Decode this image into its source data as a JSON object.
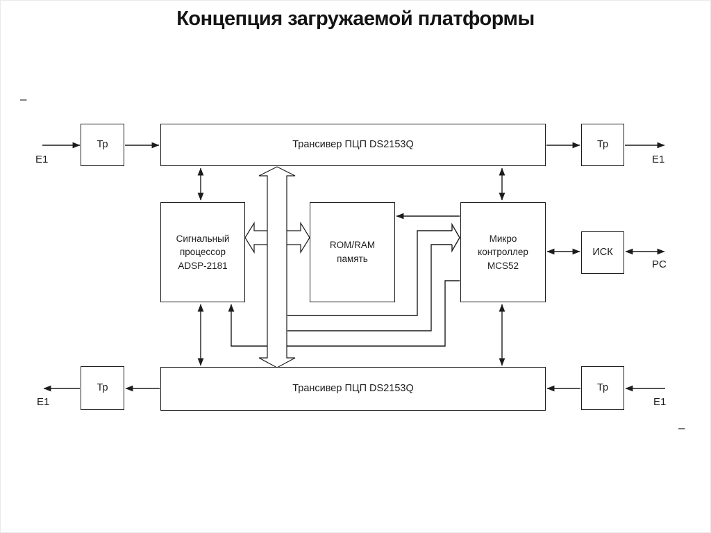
{
  "title": "Концепция загружаемой платформы",
  "colors": {
    "background": "#ffffff",
    "line": "#1c1c1c",
    "box-border": "#1c1c1c",
    "box-fill": "#ffffff",
    "text": "#1c1c1c",
    "title-color": "#141414",
    "frame": "#e9e9e9"
  },
  "blocks": {
    "tp_top_left": {
      "label": "Тр"
    },
    "transceiver_top": {
      "label": "Трансивер ПЦП DS2153Q"
    },
    "tp_top_right": {
      "label": "Тр"
    },
    "dsp": {
      "lines": [
        "Сигнальный",
        "процессор",
        "ADSP-2181"
      ]
    },
    "memory": {
      "lines": [
        "ROM/RAM",
        "память"
      ]
    },
    "mcu": {
      "lines": [
        "Микро",
        "контроллер",
        "MCS52"
      ]
    },
    "isk": {
      "label": "ИСК"
    },
    "tp_bottom_left": {
      "label": "Тр"
    },
    "transceiver_bottom": {
      "label": "Трансивер ПЦП DS2153Q"
    },
    "tp_bottom_right": {
      "label": "Тр"
    }
  },
  "port_labels": {
    "e1_top_left": "E1",
    "e1_top_right": "E1",
    "e1_bottom_left": "E1",
    "e1_bottom_right": "E1",
    "pc": "PC"
  },
  "decorations": {
    "dash_top_left": "–",
    "dash_bottom_right": "–"
  },
  "connections": [
    {
      "from": "E1 (top left)",
      "to": "Тр (top left)",
      "type": "arrow-right"
    },
    {
      "from": "Тр (top left)",
      "to": "Трансивер ПЦП DS2153Q (top)",
      "type": "arrow-right"
    },
    {
      "from": "Трансивер ПЦП DS2153Q (top)",
      "to": "Тр (top right)",
      "type": "arrow-right"
    },
    {
      "from": "Тр (top right)",
      "to": "E1 (top right)",
      "type": "arrow-right"
    },
    {
      "from": "Трансивер ПЦП DS2153Q (top)",
      "to": "Сигнальный процессор ADSP-2181",
      "type": "double-arrow"
    },
    {
      "from": "Трансивер ПЦП DS2153Q (top)",
      "to": "Микро контроллер MCS52",
      "type": "double-arrow"
    },
    {
      "from": "Трансивер ПЦП DS2153Q (top)",
      "to": "Трансивер ПЦП DS2153Q (bottom)",
      "type": "wide-bus-double-arrow"
    },
    {
      "from": "Сигнальный процессор ADSP-2181",
      "to": "ROM/RAM память",
      "type": "wide-double-arrow"
    },
    {
      "from": "Микро контроллер MCS52",
      "to": "ROM/RAM память",
      "type": "arrow-left"
    },
    {
      "from": "шина (bus)",
      "to": "Микро контроллер MCS52",
      "type": "open-arrow"
    },
    {
      "from": "Микро контроллер MCS52",
      "to": "Сигнальный процессор ADSP-2181",
      "type": "arrow"
    },
    {
      "from": "Сигнальный процессор ADSP-2181",
      "to": "Трансивер ПЦП DS2153Q (bottom)",
      "type": "double-arrow"
    },
    {
      "from": "Микро контроллер MCS52",
      "to": "Трансивер ПЦП DS2153Q (bottom)",
      "type": "double-arrow"
    },
    {
      "from": "Микро контроллер MCS52",
      "to": "ИСК",
      "type": "double-arrow"
    },
    {
      "from": "ИСК",
      "to": "PC",
      "type": "double-arrow"
    },
    {
      "from": "Трансивер ПЦП DS2153Q (bottom)",
      "to": "Тр (bottom left)",
      "type": "arrow-left"
    },
    {
      "from": "Тр (bottom left)",
      "to": "E1 (bottom left)",
      "type": "arrow-left"
    },
    {
      "from": "E1 (bottom right)",
      "to": "Тр (bottom right)",
      "type": "arrow-left"
    },
    {
      "from": "Тр (bottom right)",
      "to": "Трансивер ПЦП DS2153Q (bottom)",
      "type": "arrow-left"
    }
  ]
}
